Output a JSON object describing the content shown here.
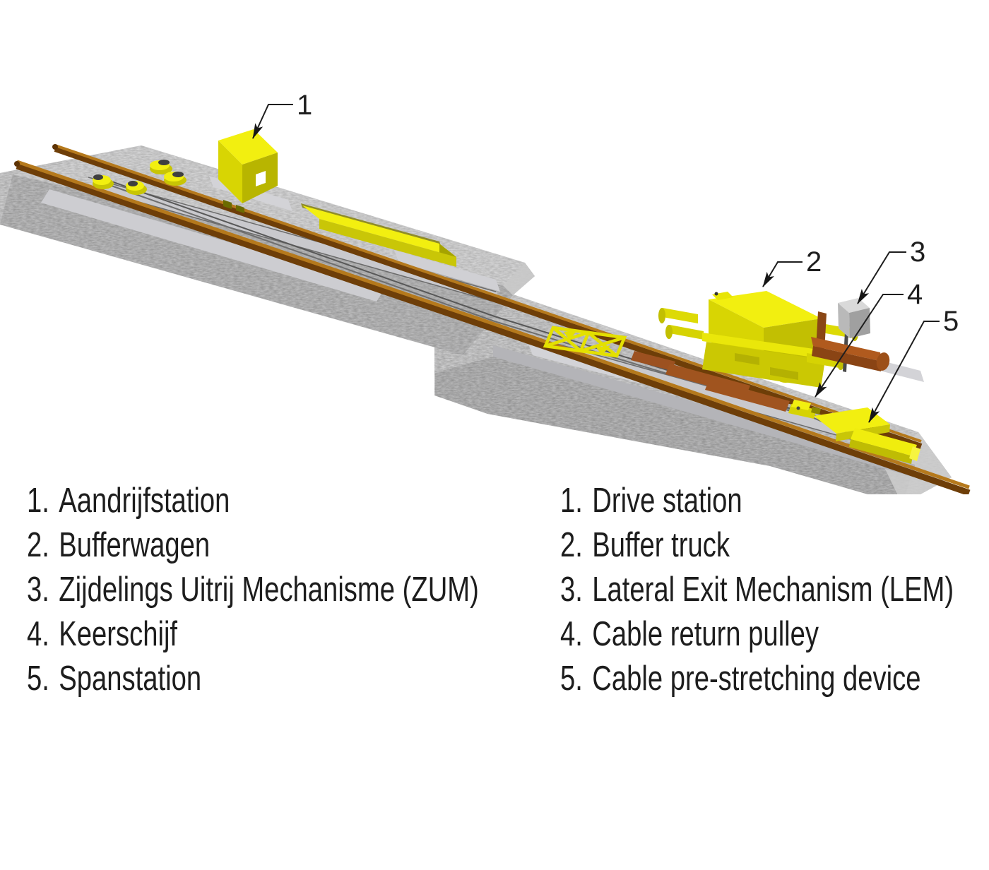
{
  "diagram": {
    "callouts": [
      {
        "num": "1"
      },
      {
        "num": "2"
      },
      {
        "num": "3"
      },
      {
        "num": "4"
      },
      {
        "num": "5"
      }
    ]
  },
  "legend_nl": {
    "items": [
      {
        "num": "1.",
        "label": "Aandrijfstation"
      },
      {
        "num": "2.",
        "label": "Bufferwagen"
      },
      {
        "num": "3.",
        "label": "Zijdelings Uitrij Mechanisme (ZUM)"
      },
      {
        "num": "4.",
        "label": "Keerschijf"
      },
      {
        "num": "5.",
        "label": "Spanstation"
      }
    ]
  },
  "legend_en": {
    "items": [
      {
        "num": "1.",
        "label": "Drive station"
      },
      {
        "num": "2.",
        "label": "Buffer truck"
      },
      {
        "num": "3.",
        "label": "Lateral Exit Mechanism (LEM)"
      },
      {
        "num": "4.",
        "label": "Cable return pulley"
      },
      {
        "num": "5.",
        "label": "Cable pre-stretching device"
      }
    ]
  },
  "colors": {
    "yellow_bright": "#f2ef10",
    "yellow_mid": "#d8d503",
    "yellow_dark": "#c2bf02",
    "yellow_deep": "#a5a300",
    "rail_light": "#b5791c",
    "rail_dark": "#6e3e08",
    "beam_brown": "#b05a1e",
    "concrete": "#9a9a9a",
    "deck_gray": "#c9c9cd",
    "box_gray": "#d9d9d9",
    "text": "#1d1d1d"
  }
}
